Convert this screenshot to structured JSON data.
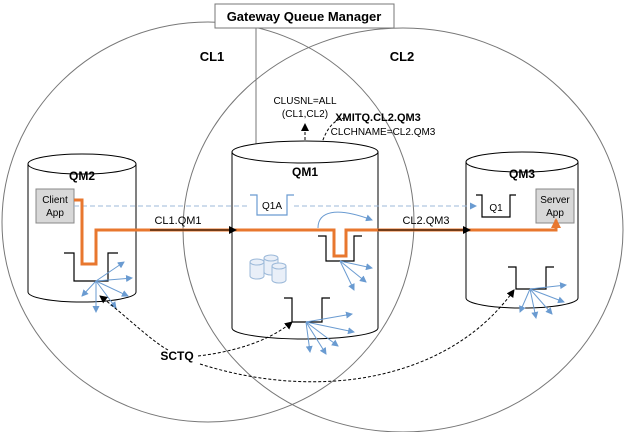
{
  "diagram": {
    "gateway_label": "Gateway Queue Manager",
    "clusters": {
      "cl1": "CL1",
      "cl2": "CL2"
    },
    "queue_managers": {
      "qm1": "QM1",
      "qm2": "QM2",
      "qm3": "QM3"
    },
    "apps": {
      "client_line1": "Client",
      "client_line2": "App",
      "server_line1": "Server",
      "server_line2": "App"
    },
    "queues": {
      "q1a": "Q1A",
      "q1": "Q1"
    },
    "channels": {
      "cl1_qm1": "CL1.QM1",
      "cl2_qm3": "CL2.QM3"
    },
    "annotations": {
      "clusnl_line1": "CLUSNL=ALL",
      "clusnl_line2": "(CL1,CL2)",
      "xmitq": "XMITQ.CL2.QM3",
      "clchname": "CLCHNAME=CL2.QM3",
      "sctq": "SCTQ"
    },
    "colors": {
      "route": "#E8772E",
      "flow": "#6A9BD1",
      "dashed_grey": "#9CB9D9",
      "outline": "#000000"
    }
  }
}
